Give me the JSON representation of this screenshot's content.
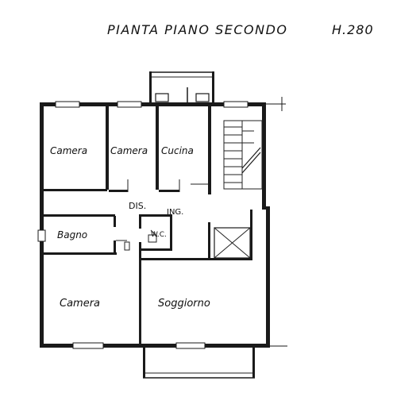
{
  "title": "PIANTA PIANO SECONDO",
  "height_label": "H.280",
  "rooms": {
    "camera_1": "Camera",
    "camera_2": "Camera",
    "cucina": "Cucina",
    "dis": "DIS.",
    "ing": "ING.",
    "bagno": "Bagno",
    "wc": "W.C.",
    "camera_3": "Camera",
    "soggiorno": "Soggiorno"
  },
  "colors": {
    "ink": "#1a1a1a",
    "paper": "#ffffff"
  }
}
